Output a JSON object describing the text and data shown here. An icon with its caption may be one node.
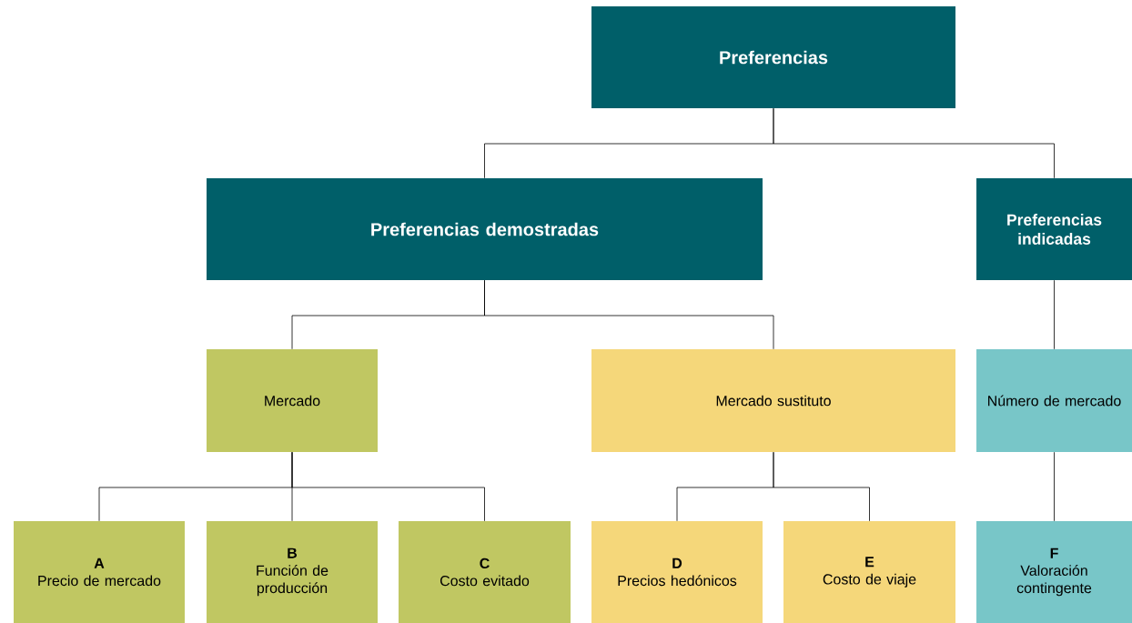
{
  "diagram": {
    "nodes": [
      {
        "text": [
          "Preferencias"
        ]
      },
      {
        "text": [
          "Preferencias demostradas"
        ]
      },
      {
        "text": [
          "Preferencias indicadas"
        ]
      },
      {
        "text": [
          "Mercado"
        ]
      },
      {
        "text": [
          "Mercado sustituto"
        ]
      },
      {
        "text": [
          "Número de mercado"
        ]
      },
      {
        "text": [
          "A",
          "Precio de mercado"
        ]
      },
      {
        "text": [
          "B",
          "Función de producción"
        ]
      },
      {
        "text": [
          "C",
          "Costo evitado"
        ]
      },
      {
        "text": [
          "D",
          "Precios hedónicos"
        ]
      },
      {
        "text": [
          "E",
          "Costo de viaje"
        ]
      },
      {
        "text": [
          "F",
          "Valoración contingente"
        ]
      }
    ],
    "edges": [
      {
        "from": 0,
        "to": 1,
        "arrow": "none"
      },
      {
        "from": 0,
        "to": 2,
        "arrow": "none"
      },
      {
        "from": 1,
        "to": 3,
        "arrow": "none"
      },
      {
        "from": 1,
        "to": 4,
        "arrow": "none"
      },
      {
        "from": 2,
        "to": 5,
        "arrow": "none"
      },
      {
        "from": 3,
        "to": 6,
        "arrow": "none"
      },
      {
        "from": 3,
        "to": 7,
        "arrow": "none"
      },
      {
        "from": 3,
        "to": 8,
        "arrow": "none"
      },
      {
        "from": 4,
        "to": 9,
        "arrow": "none"
      },
      {
        "from": 4,
        "to": 10,
        "arrow": "none"
      },
      {
        "from": 5,
        "to": 11,
        "arrow": "none"
      }
    ]
  }
}
